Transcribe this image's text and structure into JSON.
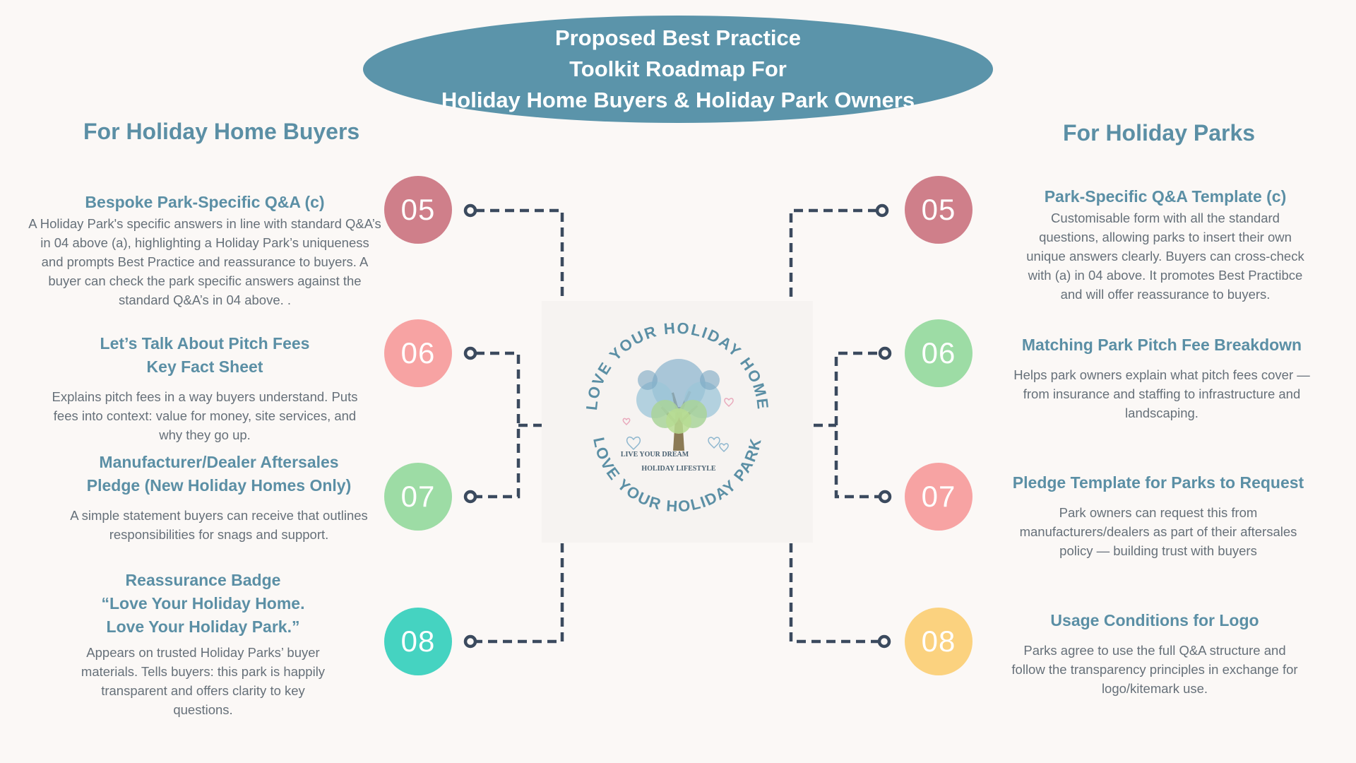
{
  "header": {
    "line1": "Proposed Best Practice",
    "line2": "Toolkit Roadmap For",
    "line3": "Holiday Home Buyers & Holiday Park Owners"
  },
  "buyers_title": "For Holiday Home Buyers",
  "parks_title": "For Holiday Parks",
  "buyers": [
    {
      "num": "05",
      "title": "Bespoke Park-Specific Q&A (c)",
      "desc": "A Holiday Park's specific answers in line with standard Q&A’s in 04 above (a), highlighting a Holiday Park’s uniqueness   and prompts Best Practice and reassurance to buyers. A buyer can check the park specific answers against the standard Q&A’s in 04 above. ."
    },
    {
      "num": "06",
      "title": "Let’s Talk About Pitch Fees\nKey Fact Sheet",
      "desc": "Explains pitch fees in a way buyers understand. Puts fees into context: value for money, site services, and why they go up."
    },
    {
      "num": "07",
      "title": "Manufacturer/Dealer Aftersales\nPledge (New Holiday Homes Only)",
      "desc": "A simple statement buyers can receive that outlines responsibilities for snags and support."
    },
    {
      "num": "08",
      "title": "Reassurance Badge\n“Love Your Holiday Home.\nLove Your Holiday Park.”",
      "desc": "Appears on trusted Holiday Parks’ buyer materials. Tells buyers: this park is happily transparent and offers clarity to key questions."
    }
  ],
  "parks": [
    {
      "num": "05",
      "title": "Park-Specific Q&A Template (c)",
      "desc": "Customisable form with all the standard questions, allowing parks to insert their own unique answers clearly. Buyers can cross-check with (a) in 04 above. It promotes Best Practibce and will offer reassurance to buyers."
    },
    {
      "num": "06",
      "title": "Matching Park Pitch Fee Breakdown",
      "desc": "Helps park owners explain what pitch fees cover — from insurance and staffing to infrastructure and landscaping."
    },
    {
      "num": "07",
      "title": "Pledge Template for Parks to Request",
      "desc": "Park owners can request this from manufacturers/dealers as part of their aftersales policy — building trust with buyers"
    },
    {
      "num": "08",
      "title": "Usage Conditions for Logo",
      "desc": "Parks agree to use the full Q&A structure and follow the transparency principles in exchange for logo/kitemark use."
    }
  ],
  "logo": {
    "ring_top": "LOVE YOUR HOLIDAY HOME",
    "ring_bottom": "LOVE YOUR HOLIDAY PARK",
    "tagline1": "LIVE YOUR DREAM",
    "tagline2": "HOLIDAY LIFESTYLE"
  },
  "colors": {
    "header": "#5b94aa",
    "n05": "#cf7f8a",
    "n06_left": "#f7a3a3",
    "n06_right": "#9ddca5",
    "n07_left": "#9ddca5",
    "n07_right": "#f7a3a3",
    "n08_left": "#45d3c1",
    "n08_right": "#fbd27f",
    "connector": "#3b4a5e"
  }
}
